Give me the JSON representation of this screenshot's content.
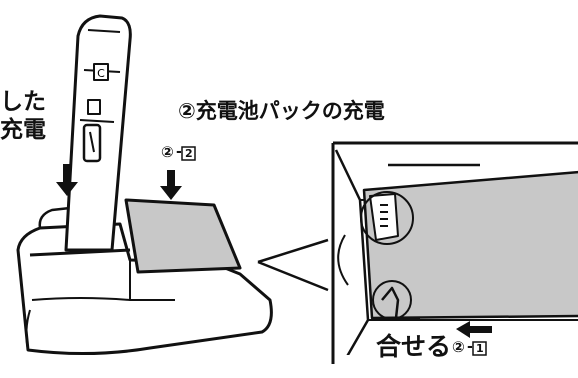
{
  "labels": {
    "left_line1": "した",
    "left_line2": "充電",
    "title": "②充電池パックの充電",
    "step_2_2_circle": "②",
    "step_2_2_box": "2",
    "step_2_1_circle": "②",
    "step_2_1_box": "1",
    "align": "合せる",
    "device_button": "C"
  },
  "colors": {
    "ink": "#111111",
    "pack_fill": "#c8c8c8",
    "background": "#ffffff"
  }
}
